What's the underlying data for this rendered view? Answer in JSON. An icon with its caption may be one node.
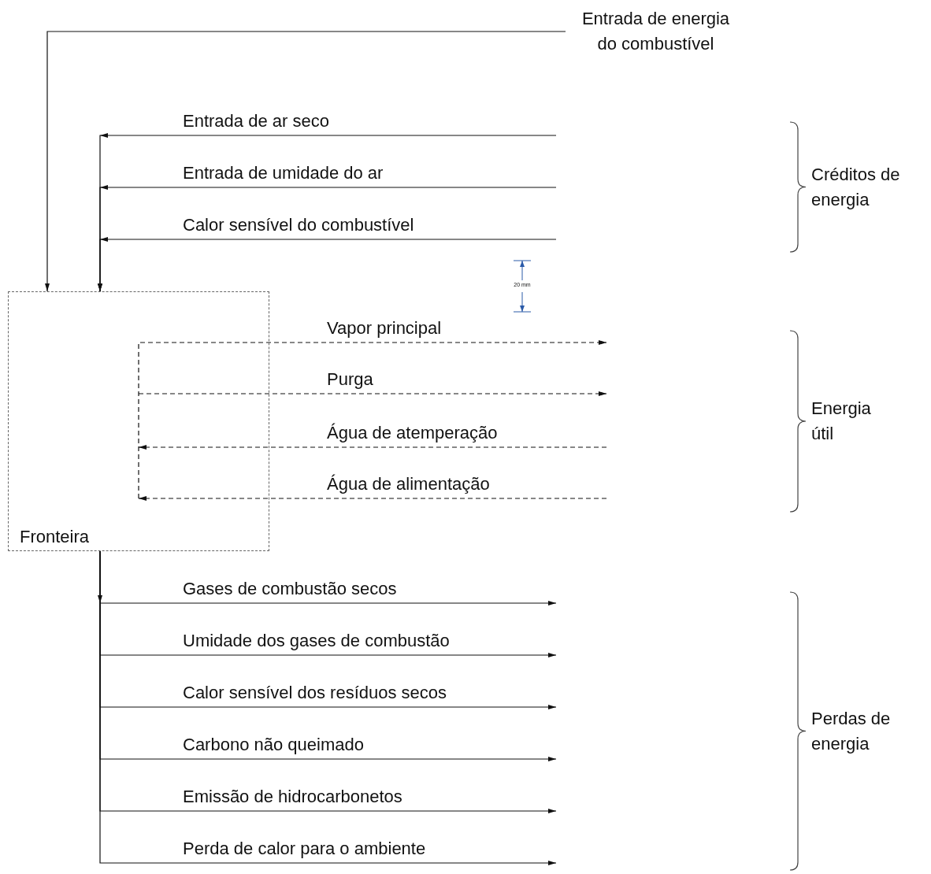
{
  "diagram": {
    "nodes": [
      {
        "text": [
          "Entrada de energia do combustível"
        ]
      },
      {
        "text": [
          "Fronteira"
        ]
      }
    ],
    "edges": [
      {
        "from": 0,
        "to": 1,
        "arrow": "to"
      },
      {
        "from": null,
        "to": 1,
        "arrow": "to",
        "label": "Entrada de ar seco"
      },
      {
        "from": null,
        "to": 1,
        "arrow": "to",
        "label": "Entrada de umidade do ar"
      },
      {
        "from": null,
        "to": 1,
        "arrow": "to",
        "label": "Calor sensível do combustível"
      },
      {
        "from": 1,
        "to": null,
        "arrow": "to",
        "label": "Vapor principal",
        "style": "dashed"
      },
      {
        "from": 1,
        "to": null,
        "arrow": "to",
        "label": "Purga",
        "style": "dashed"
      },
      {
        "from": null,
        "to": 1,
        "arrow": "to",
        "label": "Água de atemperação",
        "style": "dashed"
      },
      {
        "from": null,
        "to": 1,
        "arrow": "to",
        "label": "Água de alimentação",
        "style": "dashed"
      },
      {
        "from": 1,
        "to": null,
        "arrow": "to",
        "label": "Gases de combustão secos"
      },
      {
        "from": 1,
        "to": null,
        "arrow": "to",
        "label": "Umidade dos gases de combustão"
      },
      {
        "from": 1,
        "to": null,
        "arrow": "to",
        "label": "Calor sensível dos resíduos secos"
      },
      {
        "from": 1,
        "to": null,
        "arrow": "to",
        "label": "Carbono não queimado"
      },
      {
        "from": 1,
        "to": null,
        "arrow": "to",
        "label": "Emissão de hidrocarbonetos"
      },
      {
        "from": 1,
        "to": null,
        "arrow": "to",
        "label": "Perda de calor para o ambiente"
      }
    ],
    "labels": [
      "Créditos de energia",
      "20 mm",
      "Energia útil",
      "Perdas de energia"
    ]
  }
}
